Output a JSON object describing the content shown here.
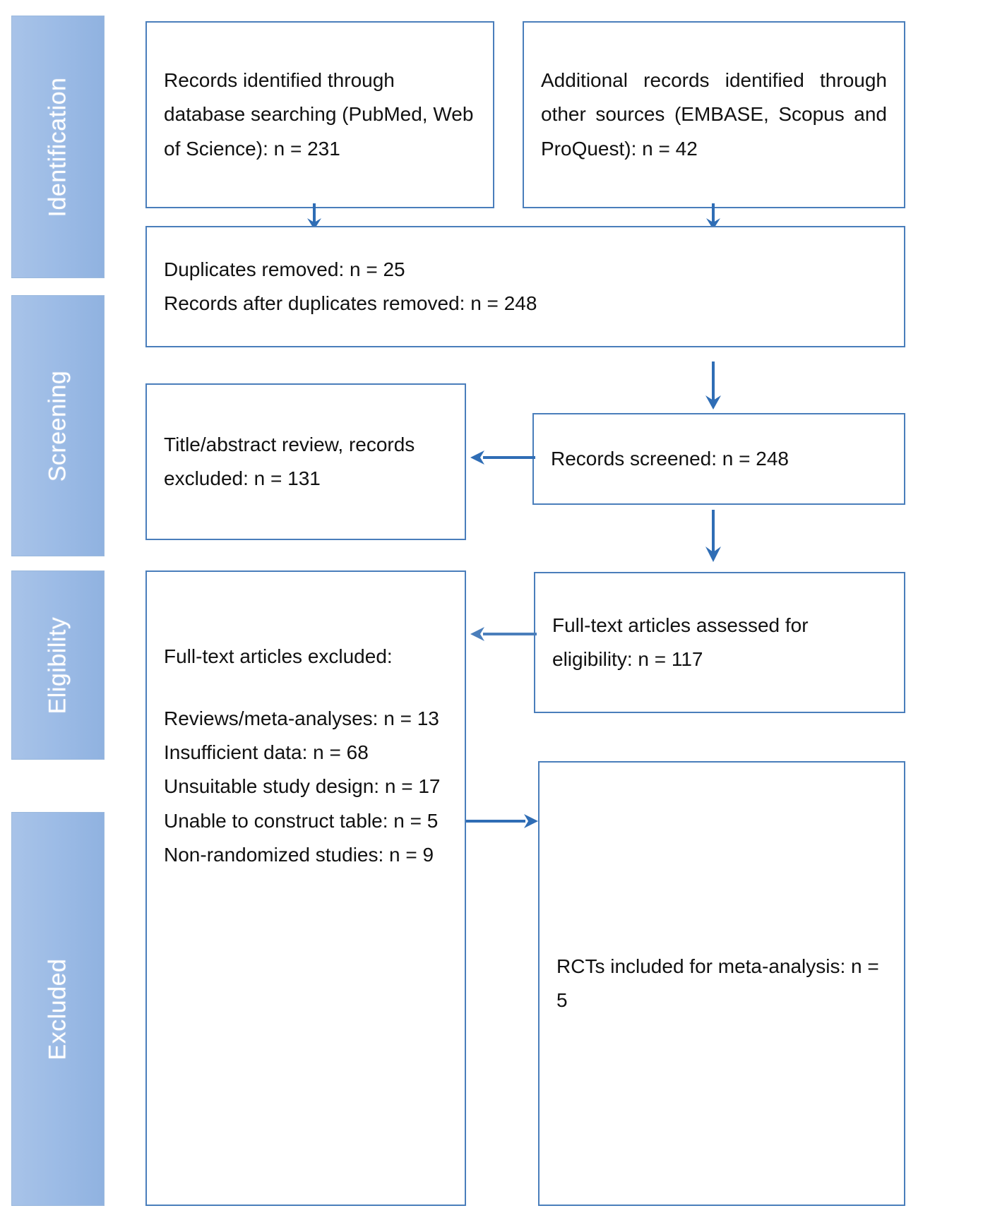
{
  "diagram": {
    "title": "PRISMA flow diagram",
    "accent_color": "#4a7ebb",
    "stage_bar_color": "#9dbce6",
    "arrow_color": "#2f6db5",
    "box_border_color": "#4a7ebb",
    "text_color": "#111111",
    "background": "#ffffff"
  },
  "stages": [
    {
      "id": "identification",
      "label": "Identification"
    },
    {
      "id": "screening",
      "label": "Screening"
    },
    {
      "id": "eligibility",
      "label": "Eligibility"
    },
    {
      "id": "excluded",
      "label": "Excluded"
    }
  ],
  "boxes": {
    "database_search": {
      "text": "Records identified through database searching (PubMed, Web of Science): n = 231",
      "n": 231
    },
    "other_sources": {
      "text": "Additional records identified through other sources (EMBASE, Scopus and ProQuest): n = 42",
      "n": 42
    },
    "duplicates": {
      "line1": "Duplicates removed: n = 25",
      "line2": "Records after duplicates removed: n = 248",
      "removed": 25,
      "after_removal": 248
    },
    "records_screened": {
      "text": "Records screened: n = 248",
      "n": 248
    },
    "title_abstract_excluded": {
      "text": "Title/abstract review, records excluded: n = 131",
      "n": 131
    },
    "fulltext_assessed": {
      "text": "Full-text articles assessed for eligibility: n = 117",
      "n": 117
    },
    "fulltext_excluded": {
      "heading": "Full-text articles excluded:",
      "reasons": [
        {
          "label": "Reviews/meta-analyses: n = 13",
          "n": 13
        },
        {
          "label": "Insufficient data: n = 68",
          "n": 68
        },
        {
          "label": "Unsuitable study design: n = 17",
          "n": 17
        },
        {
          "label": "Unable to construct table: n = 5",
          "n": 5
        },
        {
          "label": "Non-randomized studies: n = 9",
          "n": 9
        }
      ]
    },
    "included": {
      "text": "RCTs included for meta-analysis: n = 5",
      "n": 5
    }
  }
}
